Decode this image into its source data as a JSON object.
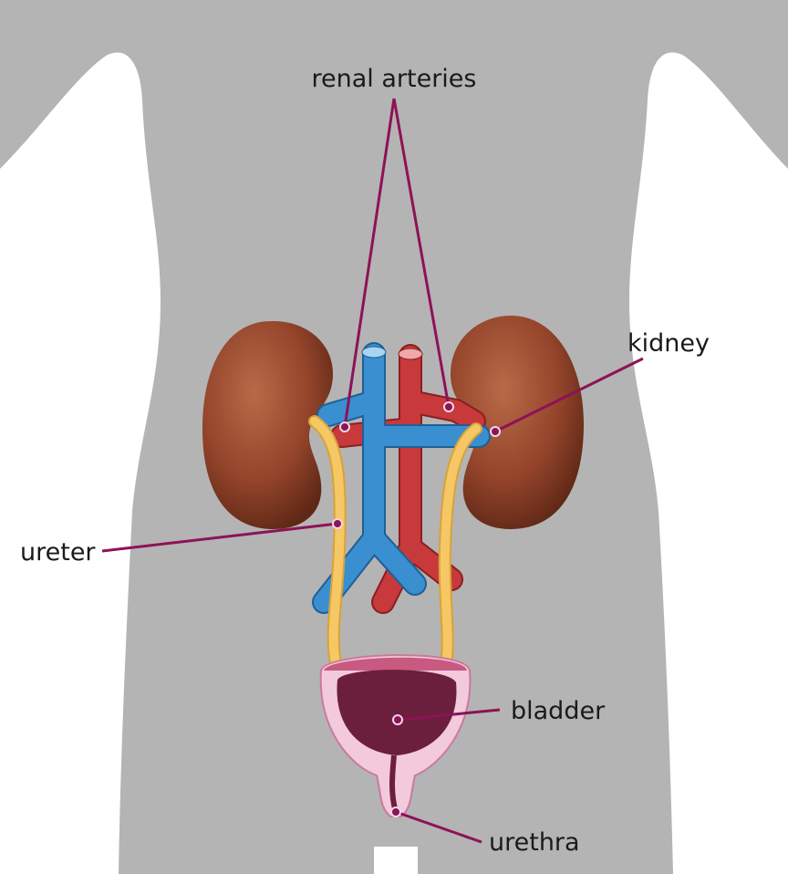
{
  "title": "Urinary system diagram",
  "labels": {
    "renal_arteries": "renal arteries",
    "kidney": "kidney",
    "ureter": "ureter",
    "bladder": "bladder",
    "urethra": "urethra"
  },
  "colors": {
    "body": "#b4b4b4",
    "kidney": "#93442a",
    "artery": "#c8393c",
    "vein": "#3a8fd0",
    "ureter": "#f2c35e",
    "bladder_wall": "#f3c9dc",
    "bladder_inner": "#6b1f3c",
    "leader": "#8e1256"
  }
}
